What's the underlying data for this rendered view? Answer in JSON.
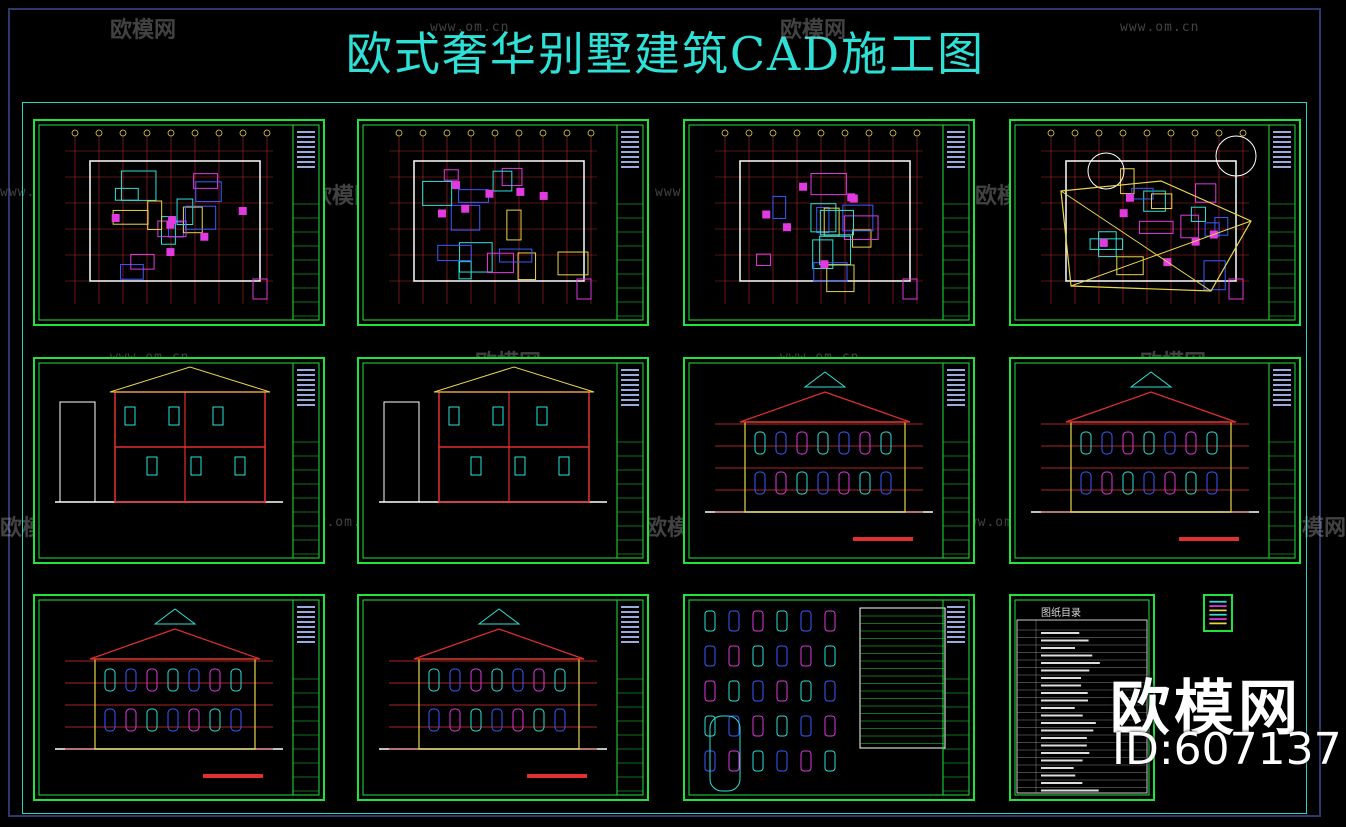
{
  "title": "欧式奢华别墅建筑CAD施工图",
  "watermark": {
    "brand": "欧模网",
    "url": "www.om.cn"
  },
  "brand_overlay": {
    "name": "欧模网",
    "id": "ID:607137"
  },
  "catalog_heading": "图纸目录",
  "colors": {
    "frame": "#1fe33a",
    "title": "#2de1d6",
    "wall": "#e23030",
    "blue": "#3a5cff",
    "yellow": "#e8d64a",
    "magenta": "#e03ae0",
    "cyan": "#2de1d6"
  },
  "sheets": [
    {
      "kind": "plan"
    },
    {
      "kind": "plan"
    },
    {
      "kind": "plan"
    },
    {
      "kind": "roof"
    },
    {
      "kind": "section"
    },
    {
      "kind": "section"
    },
    {
      "kind": "elevation"
    },
    {
      "kind": "elevation"
    },
    {
      "kind": "elevation"
    },
    {
      "kind": "elevation"
    },
    {
      "kind": "details"
    },
    {
      "kind": "catalog"
    }
  ]
}
